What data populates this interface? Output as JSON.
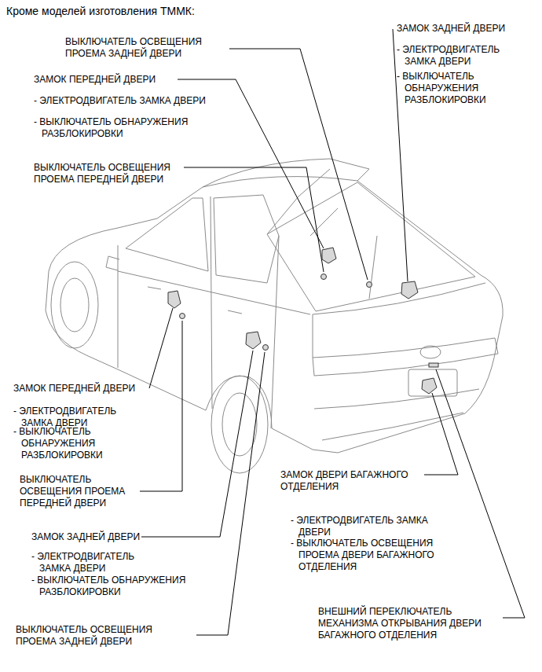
{
  "diagram": {
    "title": "Кроме моделей изготовления ТММК:",
    "labels": [
      "ВЫКЛЮЧАТЕЛЬ ОСВЕЩЕНИЯ ПРОЕМА ЗАДНЕЙ ДВЕРИ",
      "ЗАМОК ПЕРЕДНЕЙ ДВЕРИ",
      "- ЭЛЕКТРОДВИГАТЕЛЬ ЗАМКА ДВЕРИ",
      "- ВЫКЛЮЧАТЕЛЬ ОБНАРУЖЕНИЯ РАЗБЛОКИРОВКИ",
      "ВЫКЛЮЧАТЕЛЬ ОСВЕЩЕНИЯ ПРОЕМА ПЕРЕДНЕЙ ДВЕРИ",
      "ЗАМОК ЗАДНЕЙ ДВЕРИ",
      "- ЭЛЕКТРОДВИГАТЕЛЬ ЗАМКА ДВЕРИ",
      "- ВЫКЛЮЧАТЕЛЬ ОБНАРУЖЕНИЯ РАЗБЛОКИРОВКИ",
      "ЗАМОК ПЕРЕДНЕЙ ДВЕРИ",
      "- ЭЛЕКТРОДВИГАТЕЛЬ ЗАМКА ДВЕРИ",
      "- ВЫКЛЮЧАТЕЛЬ ОБНАРУЖЕНИЯ РАЗБЛОКИРОВКИ",
      "ВЫКЛЮЧАТЕЛЬ ОСВЕЩЕНИЯ ПРОЕМА ПЕРЕДНЕЙ ДВЕРИ",
      "ЗАМОК ЗАДНЕЙ ДВЕРИ",
      "- ЭЛЕКТРОДВИГАТЕЛЬ ЗАМКА ДВЕРИ",
      "- ВЫКЛЮЧАТЕЛЬ ОБНАРУЖЕНИЯ РАЗБЛОКИРОВКИ",
      "ВЫКЛЮЧАТЕЛЬ ОСВЕЩЕНИЯ ПРОЕМА ЗАДНЕЙ ДВЕРИ",
      "ЗАМОК ДВЕРИ БАГАЖНОГО ОТДЕЛЕНИЯ",
      "- ЭЛЕКТРОДВИГАТЕЛЬ ЗАМКА ДВЕРИ",
      "- ВЫКЛЮЧАТЕЛЬ ОСВЕЩЕНИЯ ПРОЕМА ДВЕРИ БАГАЖНОГО ОТДЕЛЕНИЯ",
      "ВНЕШНИЙ ПЕРЕКЛЮЧАТЕЛЬ МЕХАНИЗМА ОТКРЫВАНИЯ ДВЕРИ БАГАЖНОГО ОТДЕЛЕНИЯ"
    ]
  }
}
